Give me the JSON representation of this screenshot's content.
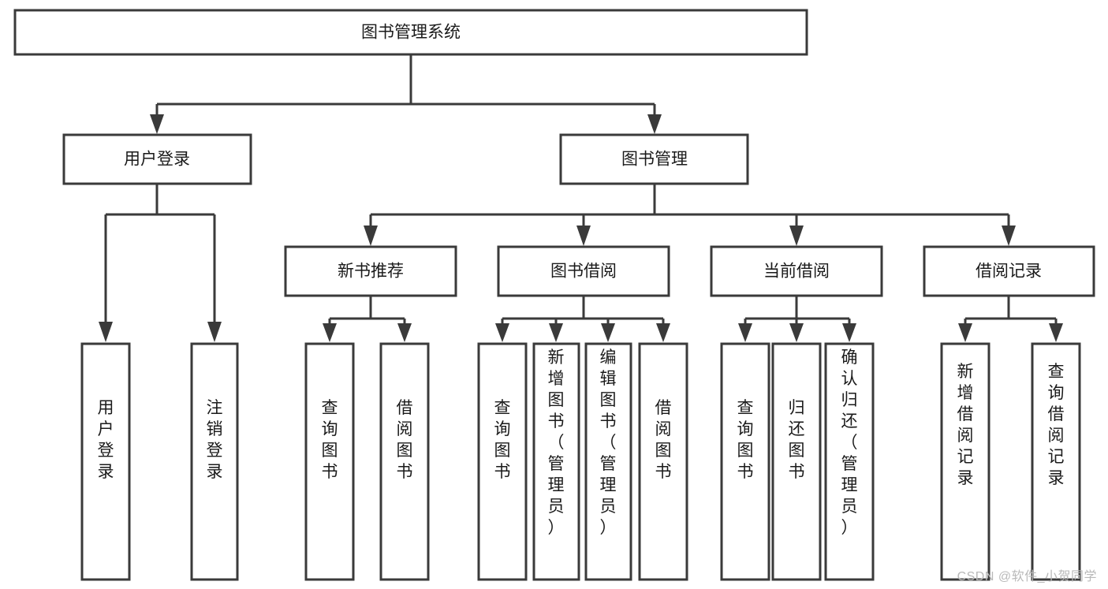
{
  "diagram": {
    "title": "图书管理系统",
    "type": "tree-hierarchy",
    "orientation": "top-down",
    "levels": 4,
    "root": {
      "id": "root",
      "label": "图书管理系统"
    },
    "level2": [
      {
        "id": "user-login",
        "label": "用户登录"
      },
      {
        "id": "book-manage",
        "label": "图书管理"
      }
    ],
    "level3": [
      {
        "id": "new-book-rec",
        "label": "新书推荐",
        "parent": "book-manage"
      },
      {
        "id": "book-borrow",
        "label": "图书借阅",
        "parent": "book-manage"
      },
      {
        "id": "current-borrow",
        "label": "当前借阅",
        "parent": "book-manage"
      },
      {
        "id": "borrow-record",
        "label": "借阅记录",
        "parent": "book-manage"
      }
    ],
    "leaves": {
      "user-login": [
        {
          "id": "leaf-user-login",
          "label": "用户登录"
        },
        {
          "id": "leaf-user-logout",
          "label": "注销登录"
        }
      ],
      "new-book-rec": [
        {
          "id": "leaf-query-book-1",
          "label": "查询图书"
        },
        {
          "id": "leaf-borrow-book-1",
          "label": "借阅图书"
        }
      ],
      "book-borrow": [
        {
          "id": "leaf-query-book-2",
          "label": "查询图书"
        },
        {
          "id": "leaf-add-book",
          "label": "新增图书（管理员）"
        },
        {
          "id": "leaf-edit-book",
          "label": "编辑图书（管理员）"
        },
        {
          "id": "leaf-borrow-book-2",
          "label": "借阅图书"
        }
      ],
      "current-borrow": [
        {
          "id": "leaf-query-book-3",
          "label": "查询图书"
        },
        {
          "id": "leaf-return-book",
          "label": "归还图书"
        },
        {
          "id": "leaf-confirm-return",
          "label": "确认归还（管理员）"
        }
      ],
      "borrow-record": [
        {
          "id": "leaf-add-record",
          "label": "新增借阅记录"
        },
        {
          "id": "leaf-query-record",
          "label": "查询借阅记录"
        }
      ]
    },
    "colors": {
      "box_stroke": "#3a3a3a",
      "box_fill": "#ffffff",
      "text": "#1a1a1a",
      "connector": "#3a3a3a",
      "background": "#ffffff",
      "watermark": "#b9b9b9"
    }
  },
  "watermark": {
    "text": "CSDN @软件_小贺同学"
  }
}
